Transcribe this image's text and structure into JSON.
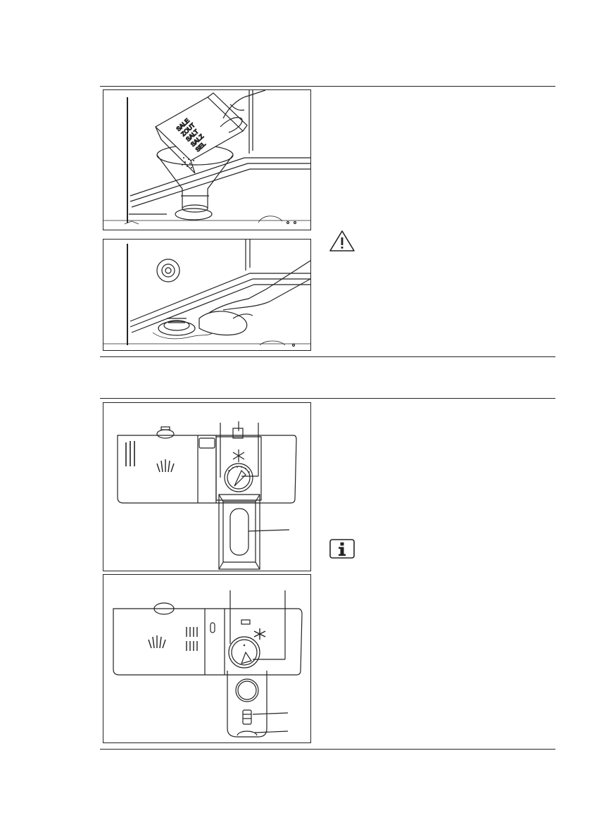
{
  "figure1": {
    "box_labels": [
      "SALE",
      "ZOUT",
      "SALT",
      "SALZ",
      "SEL"
    ]
  },
  "warning_icon": "warning-triangle-icon",
  "info_icon": "info-icon",
  "colors": {
    "line": "#222222",
    "background": "#ffffff"
  }
}
